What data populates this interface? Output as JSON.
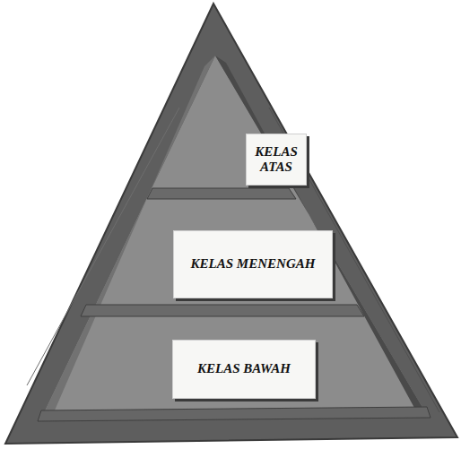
{
  "diagram": {
    "nodes": [
      {
        "text": [
          "KELAS ATAS"
        ]
      },
      {
        "text": [
          "KELAS MENENGAH"
        ]
      },
      {
        "text": [
          "KELAS BAWAH"
        ]
      }
    ]
  }
}
